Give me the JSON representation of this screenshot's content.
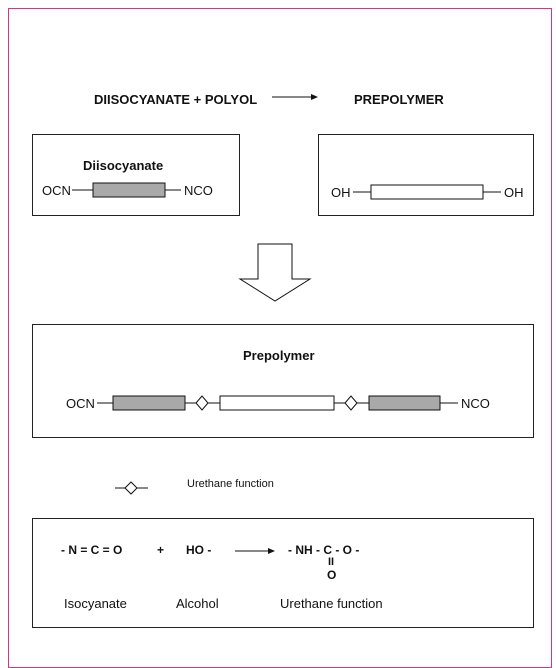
{
  "equation": {
    "left": "DIISOCYANATE  +  POLYOL",
    "right": "PREPOLYMER"
  },
  "diisocyanate_box": {
    "title": "Diisocyanate",
    "left_group": "OCN",
    "right_group": "NCO"
  },
  "polyol_box": {
    "left_group": "OH",
    "right_group": "OH"
  },
  "prepolymer_box": {
    "title": "Prepolymer",
    "left_group": "OCN",
    "right_group": "NCO"
  },
  "legend": {
    "label": "Urethane function"
  },
  "reaction_box": {
    "isocyanate_formula": "- N = C = O",
    "plus": "+",
    "alcohol_formula": "HO -",
    "urethane_formula": "- NH - C - O -",
    "double_bond": "II",
    "oxygen": "O",
    "isocyanate_label": "Isocyanate",
    "alcohol_label": "Alcohol",
    "urethane_label": "Urethane function"
  },
  "colors": {
    "frame": "#d8338a",
    "rigid_segment": "#a9a9a9",
    "flexible_segment": "#ffffff"
  }
}
